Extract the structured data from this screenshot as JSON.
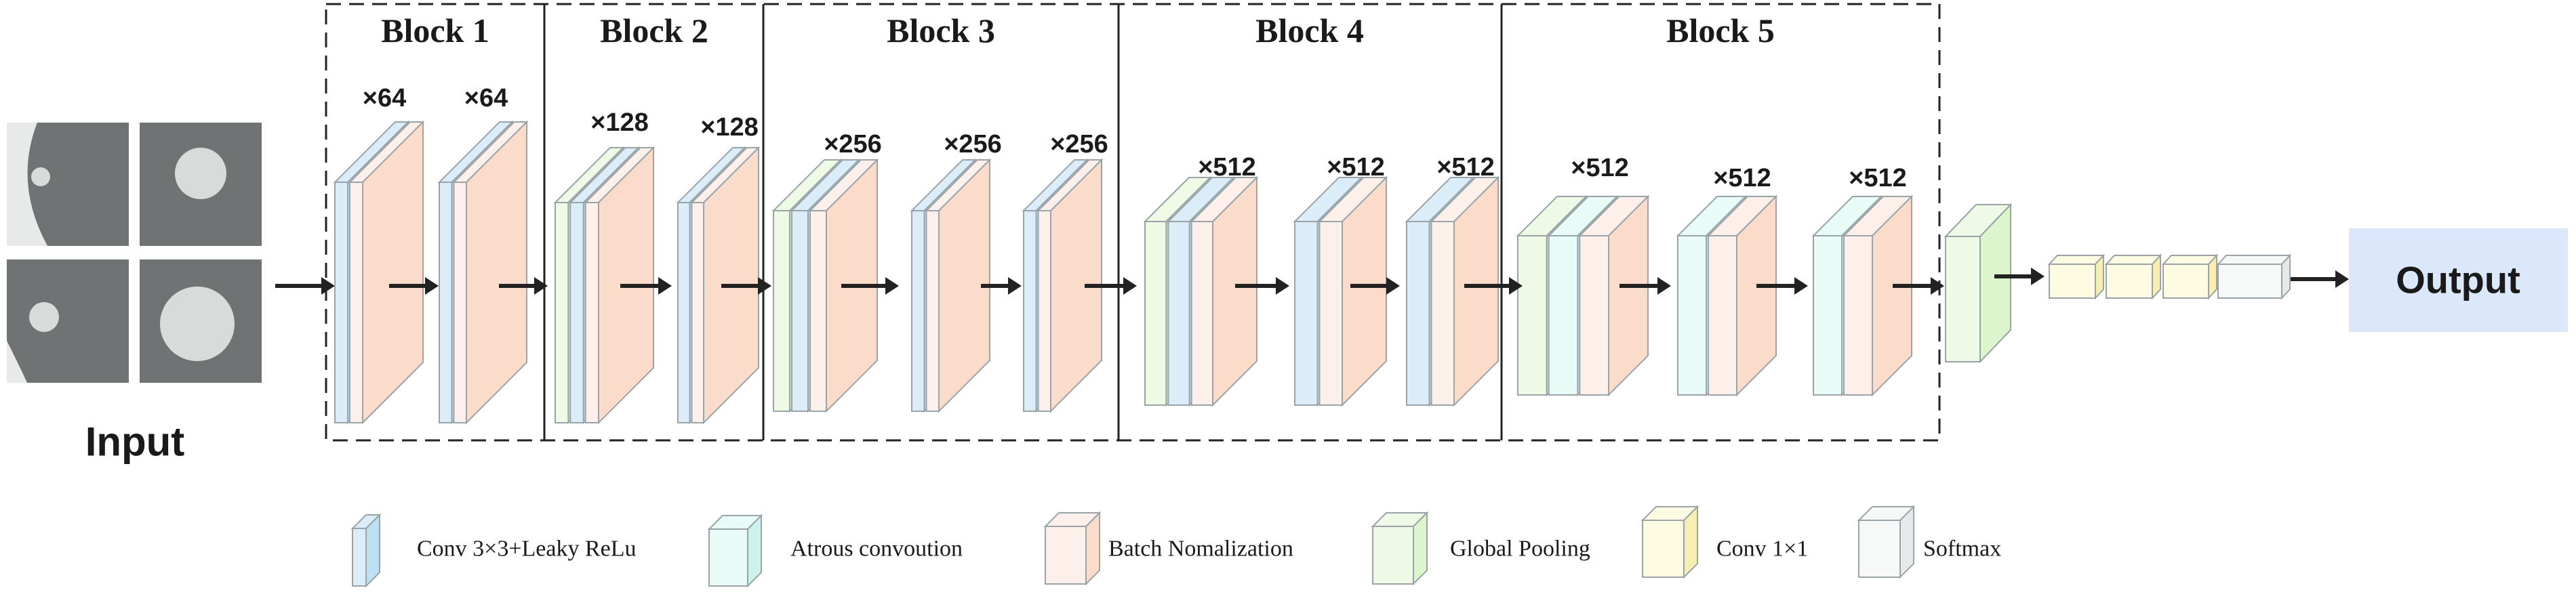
{
  "input": {
    "label": "Input",
    "images": [
      "ct-slice-1",
      "ct-slice-2",
      "ct-slice-3",
      "ct-slice-4"
    ]
  },
  "output": {
    "label": "Output",
    "color": "#dbe8fb"
  },
  "blocks": [
    {
      "title": "Block 1",
      "stacks": [
        {
          "label": "×64",
          "layers": [
            "conv",
            "bn"
          ]
        },
        {
          "label": "×64",
          "layers": [
            "conv",
            "bn"
          ]
        }
      ]
    },
    {
      "title": "Block 2",
      "stacks": [
        {
          "label": "×128",
          "layers": [
            "gp",
            "conv",
            "bn"
          ]
        },
        {
          "label": "×128",
          "layers": [
            "conv",
            "bn"
          ]
        }
      ]
    },
    {
      "title": "Block 3",
      "stacks": [
        {
          "label": "×256",
          "layers": [
            "gp",
            "conv",
            "bn"
          ]
        },
        {
          "label": "×256",
          "layers": [
            "conv",
            "bn"
          ]
        },
        {
          "label": "×256",
          "layers": [
            "conv",
            "bn"
          ]
        }
      ]
    },
    {
      "title": "Block 4",
      "stacks": [
        {
          "label": "×512",
          "layers": [
            "gp",
            "conv",
            "bn"
          ]
        },
        {
          "label": "×512",
          "layers": [
            "conv",
            "bn"
          ]
        },
        {
          "label": "×512",
          "layers": [
            "conv",
            "bn"
          ]
        }
      ]
    },
    {
      "title": "Block 5",
      "stacks": [
        {
          "label": "×512",
          "layers": [
            "gp",
            "atrous",
            "bn"
          ]
        },
        {
          "label": "×512",
          "layers": [
            "atrous",
            "bn"
          ]
        },
        {
          "label": "×512",
          "layers": [
            "atrous",
            "bn"
          ]
        }
      ]
    }
  ],
  "head": {
    "pooling": "gp",
    "cubes": [
      "conv1",
      "conv1",
      "conv1",
      "softmax"
    ]
  },
  "legend": [
    {
      "type": "conv",
      "label": "Conv 3×3+Leaky ReLu"
    },
    {
      "type": "atrous",
      "label": "Atrous convoution"
    },
    {
      "type": "bn",
      "label": "Batch Nomalization"
    },
    {
      "type": "gp",
      "label": "Global Pooling"
    },
    {
      "type": "conv1",
      "label": "Conv 1×1"
    },
    {
      "type": "softmax",
      "label": "Softmax"
    }
  ],
  "colors": {
    "conv": {
      "front": "#dcedfa",
      "side": "#bddff4"
    },
    "atrous": {
      "front": "#e8fbf6",
      "side": "#cdf2ec"
    },
    "bn": {
      "front": "#fdf0ea",
      "side": "#fbdccb"
    },
    "gp": {
      "front": "#eefae6",
      "side": "#dcf5cc"
    },
    "conv1": {
      "front": "#fefbe3",
      "side": "#f8eeb2"
    },
    "softmax": {
      "front": "#f7f8f8",
      "side": "#e5e9e9"
    },
    "arrow": "#222222",
    "stroke": "#9aa4a8"
  }
}
